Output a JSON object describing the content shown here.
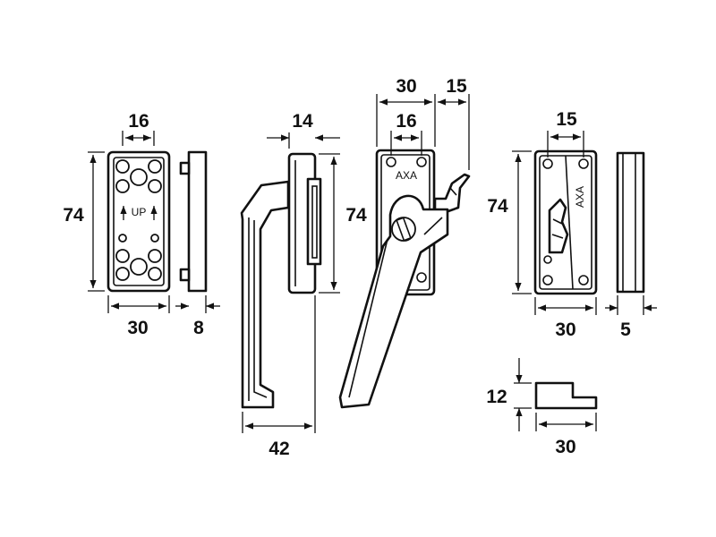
{
  "dimensions": {
    "plate_left_width_top": "16",
    "plate_left_height": "74",
    "plate_left_width_bottom": "30",
    "plate_left_depth": "8",
    "body_width_top": "14",
    "body_height": "74",
    "handle_length": "42",
    "latch_width_top": "30",
    "latch_hook_offset": "15",
    "latch_screw_spacing": "16",
    "keeper_width_top": "15",
    "keeper_height": "74",
    "keeper_width_bottom": "30",
    "keeper_depth": "5",
    "wedge_height": "12",
    "wedge_width": "30"
  },
  "markings": {
    "up_label": "UP",
    "brand_latch": "AXA",
    "brand_keeper": "AXA"
  },
  "colors": {
    "line": "#111111",
    "background": "#ffffff"
  }
}
